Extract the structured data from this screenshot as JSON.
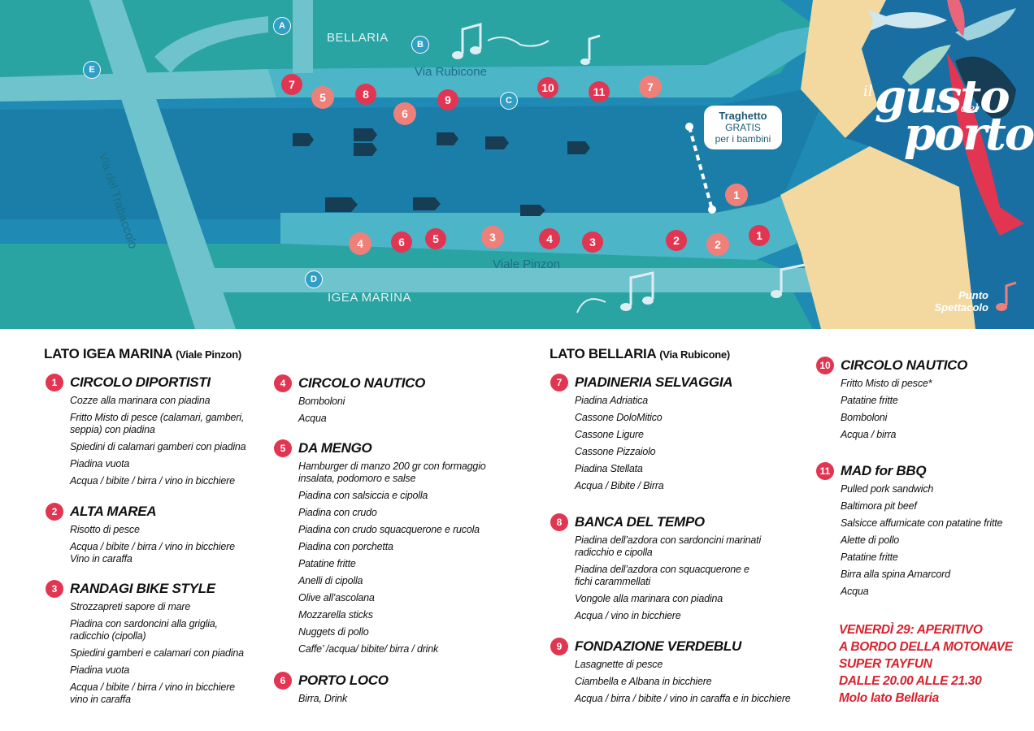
{
  "map": {
    "places": {
      "bellaria": "BELLARIA",
      "igea_marina": "IGEA MARINA"
    },
    "streets": {
      "via_rubicone": "Via Rubicone",
      "viale_pinzon": "Viale Pinzon",
      "via_trabaccolo": "Via del Trabaccolo"
    },
    "letters": [
      "A",
      "B",
      "C",
      "D",
      "E"
    ],
    "pins_top": [
      "7",
      "5",
      "8",
      "6",
      "9",
      "10",
      "11",
      "7"
    ],
    "pins_bottom": [
      "4",
      "6",
      "5",
      "3",
      "4",
      "3",
      "2",
      "2",
      "1",
      "1"
    ],
    "ferry": {
      "line1": "Traghetto",
      "line2": "GRATIS",
      "line3": "per i bambini"
    },
    "logo": {
      "il": "il",
      "gusto": "gusto",
      "del": "del",
      "porto": "porto"
    },
    "legend": {
      "line1": "Punto",
      "line2": "Spettacolo"
    },
    "colors": {
      "sea": "#1f8ab3",
      "channel": "#4cb5c8",
      "land": "#2aa3a3",
      "sand": "#f3d9a0",
      "pin_red": "#e23552",
      "pin_pink": "#ef7f79"
    }
  },
  "lato_igea": {
    "title": "LATO IGEA MARINA",
    "subtitle": "(Viale Pinzon)",
    "blocks": [
      {
        "num": "1",
        "name": "CIRCOLO DIPORTISTI",
        "items": [
          "Cozze alla marinara con piadina",
          "Fritto Misto di pesce (calamari, gamberi, seppia) con piadina",
          "Spiedini di calamari gamberi con piadina",
          "Piadina vuota",
          "Acqua / bibite / birra / vino in bicchiere"
        ]
      },
      {
        "num": "2",
        "name": "ALTA MAREA",
        "items": [
          "Risotto di pesce",
          "Acqua / bibite / birra / vino in bicchiere Vino in caraffa"
        ]
      },
      {
        "num": "3",
        "name": "RANDAGI BIKE STYLE",
        "items": [
          "Strozzapreti sapore di mare",
          "Piadina con sardoncini alla griglia, radicchio (cipolla)",
          "Spiedini gamberi e calamari con piadina",
          "Piadina vuota",
          "Acqua / bibite / birra / vino in bicchiere vino in caraffa"
        ]
      },
      {
        "num": "4",
        "name": "CIRCOLO NAUTICO",
        "items": [
          "Bomboloni",
          "Acqua"
        ]
      },
      {
        "num": "5",
        "name": "DA MENGO",
        "items": [
          "Hamburger di manzo 200 gr con formaggio insalata, podomoro e salse",
          "Piadina con salsiccia e cipolla",
          "Piadina con crudo",
          "Piadina con crudo squacquerone e rucola",
          "Piadina con porchetta",
          "Patatine fritte",
          "Anelli di cipolla",
          "Olive all’ascolana",
          "Mozzarella sticks",
          "Nuggets di pollo",
          "Caffe’ /acqua/ bibite/ birra / drink"
        ]
      },
      {
        "num": "6",
        "name": "PORTO LOCO",
        "items": [
          "Birra, Drink"
        ]
      }
    ]
  },
  "lato_bellaria": {
    "title": "LATO BELLARIA",
    "subtitle": "(Via Rubicone)",
    "blocks": [
      {
        "num": "7",
        "name": "PIADINERIA SELVAGGIA",
        "items": [
          "Piadina Adriatica",
          "Cassone DoloMitico",
          "Cassone Ligure",
          "Cassone Pizzaiolo",
          "Piadina Stellata",
          "Acqua / Bibite / Birra"
        ]
      },
      {
        "num": "8",
        "name": "BANCA DEL TEMPO",
        "items": [
          "Piadina dell’azdora con sardoncini marinati radicchio e cipolla",
          "Piadina dell’azdora con squacquerone e fichi carammellati",
          "Vongole alla marinara con piadina",
          "Acqua / vino in bicchiere"
        ]
      },
      {
        "num": "9",
        "name": "FONDAZIONE VERDEBLU",
        "items": [
          "Lasagnette di pesce",
          "Ciambella e Albana in bicchiere",
          "Acqua / birra / bibite / vino in caraffa e in bicchiere"
        ]
      },
      {
        "num": "10",
        "name": "CIRCOLO NAUTICO",
        "items": [
          "Fritto Misto di pesce*",
          "Patatine fritte",
          "Bomboloni",
          "Acqua / birra"
        ]
      },
      {
        "num": "11",
        "name": "MAD for BBQ",
        "items": [
          "Pulled pork sandwich",
          "Baltimora pit beef",
          "Salsicce affumicate con patatine fritte",
          "Alette di pollo",
          "Patatine fritte",
          "Birra alla spina Amarcord",
          "Acqua"
        ]
      }
    ]
  },
  "promo": [
    "VENERDÌ 29: APERITIVO",
    "A BORDO DELLA MOTONAVE",
    "SUPER TAYFUN",
    "DALLE 20.00 ALLE 21.30",
    "Molo lato Bellaria"
  ]
}
